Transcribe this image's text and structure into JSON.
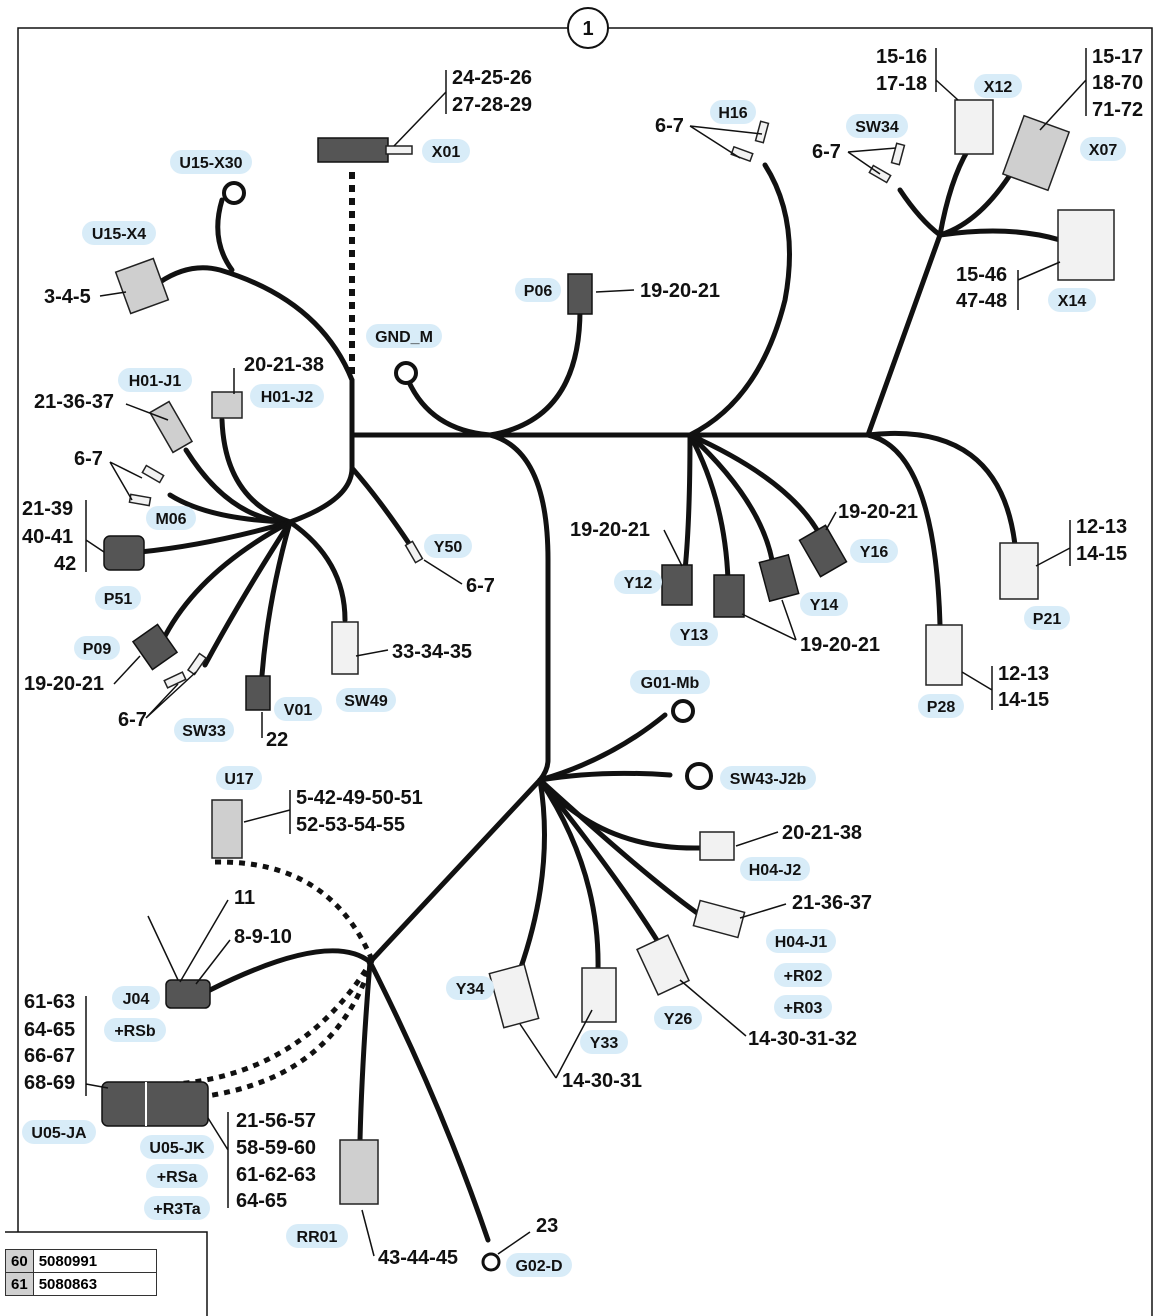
{
  "sheet_number": "1",
  "connectors": {
    "X01": "X01",
    "U15_X30": "U15-X30",
    "U15_X4": "U15-X4",
    "H01_J1": "H01-J1",
    "H01_J2": "H01-J2",
    "M06": "M06",
    "P51": "P51",
    "P09": "P09",
    "SW33": "SW33",
    "V01": "V01",
    "SW49": "SW49",
    "Y50": "Y50",
    "GND_M": "GND_M",
    "P06": "P06",
    "H16": "H16",
    "SW34": "SW34",
    "X12": "X12",
    "X07": "X07",
    "X14": "X14",
    "Y12": "Y12",
    "Y13": "Y13",
    "Y14": "Y14",
    "Y16": "Y16",
    "P21": "P21",
    "P28": "P28",
    "G01_Mb": "G01-Mb",
    "SW43_J2b": "SW43-J2b",
    "H04_J2": "H04-J2",
    "H04_J1": "H04-J1",
    "R02": "+R02",
    "R03": "+R03",
    "Y26": "Y26",
    "Y34": "Y34",
    "Y33": "Y33",
    "U17": "U17",
    "J04": "J04",
    "RSb": "+RSb",
    "U05_JA": "U05-JA",
    "U05_JK": "U05-JK",
    "RSa": "+RSa",
    "R3Ta": "+R3Ta",
    "RR01": "RR01",
    "G02_D": "G02-D"
  },
  "callouts": {
    "x01_a": "24-25-26",
    "x01_b": "27-28-29",
    "u15x4": "3-4-5",
    "h01j2": "20-21-38",
    "h01j1": "21-36-37",
    "m06": "6-7",
    "p51_a": "21-39",
    "p51_b": "40-41",
    "p51_c": "42",
    "p09": "19-20-21",
    "sw33": "6-7",
    "v01": "22",
    "sw49": "33-34-35",
    "y50": "6-7",
    "p06": "19-20-21",
    "h16": "6-7",
    "sw34": "6-7",
    "x12_a": "15-16",
    "x12_b": "17-18",
    "x07_a": "15-17",
    "x07_b": "18-70",
    "x07_c": "71-72",
    "x14_a": "15-46",
    "x14_b": "47-48",
    "y12": "19-20-21",
    "y16": "19-20-21",
    "y13y14": "19-20-21",
    "p21_a": "12-13",
    "p21_b": "14-15",
    "p28_a": "12-13",
    "p28_b": "14-15",
    "h04j2": "20-21-38",
    "h04j1": "21-36-37",
    "y26": "14-30-31-32",
    "y34y33": "14-30-31",
    "u17_a": "5-42-49-50-51",
    "u17_b": "52-53-54-55",
    "j04_a": "11",
    "j04_b": "8-9-10",
    "u05ja_a": "61-63",
    "u05ja_b": "64-65",
    "u05ja_c": "66-67",
    "u05ja_d": "68-69",
    "u05jk_a": "21-56-57",
    "u05jk_b": "58-59-60",
    "u05jk_c": "61-62-63",
    "u05jk_d": "64-65",
    "rr01": "43-44-45",
    "g02d": "23"
  },
  "parts_table": [
    {
      "num": "60",
      "code": "5080991"
    },
    {
      "num": "61",
      "code": "5080863"
    }
  ]
}
